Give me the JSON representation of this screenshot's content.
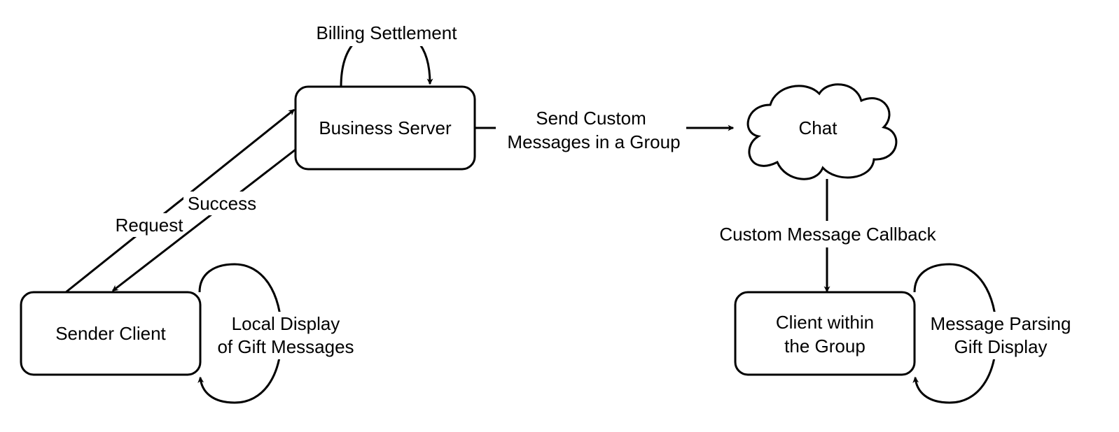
{
  "nodes": {
    "business_server": "Business Server",
    "chat": "Chat",
    "sender_client": "Sender Client",
    "group_client": [
      "Client within",
      "the Group"
    ]
  },
  "edges": {
    "billing": "Billing Settlement",
    "send_custom": [
      "Send Custom",
      "Messages in a Group"
    ],
    "request": "Request",
    "success": "Success",
    "callback": "Custom Message Callback",
    "local_display": [
      "Local Display",
      "of Gift Messages"
    ],
    "parsing": [
      "Message Parsing",
      "Gift Display"
    ]
  },
  "colors": {
    "stroke": "#000000",
    "fill": "#ffffff"
  }
}
